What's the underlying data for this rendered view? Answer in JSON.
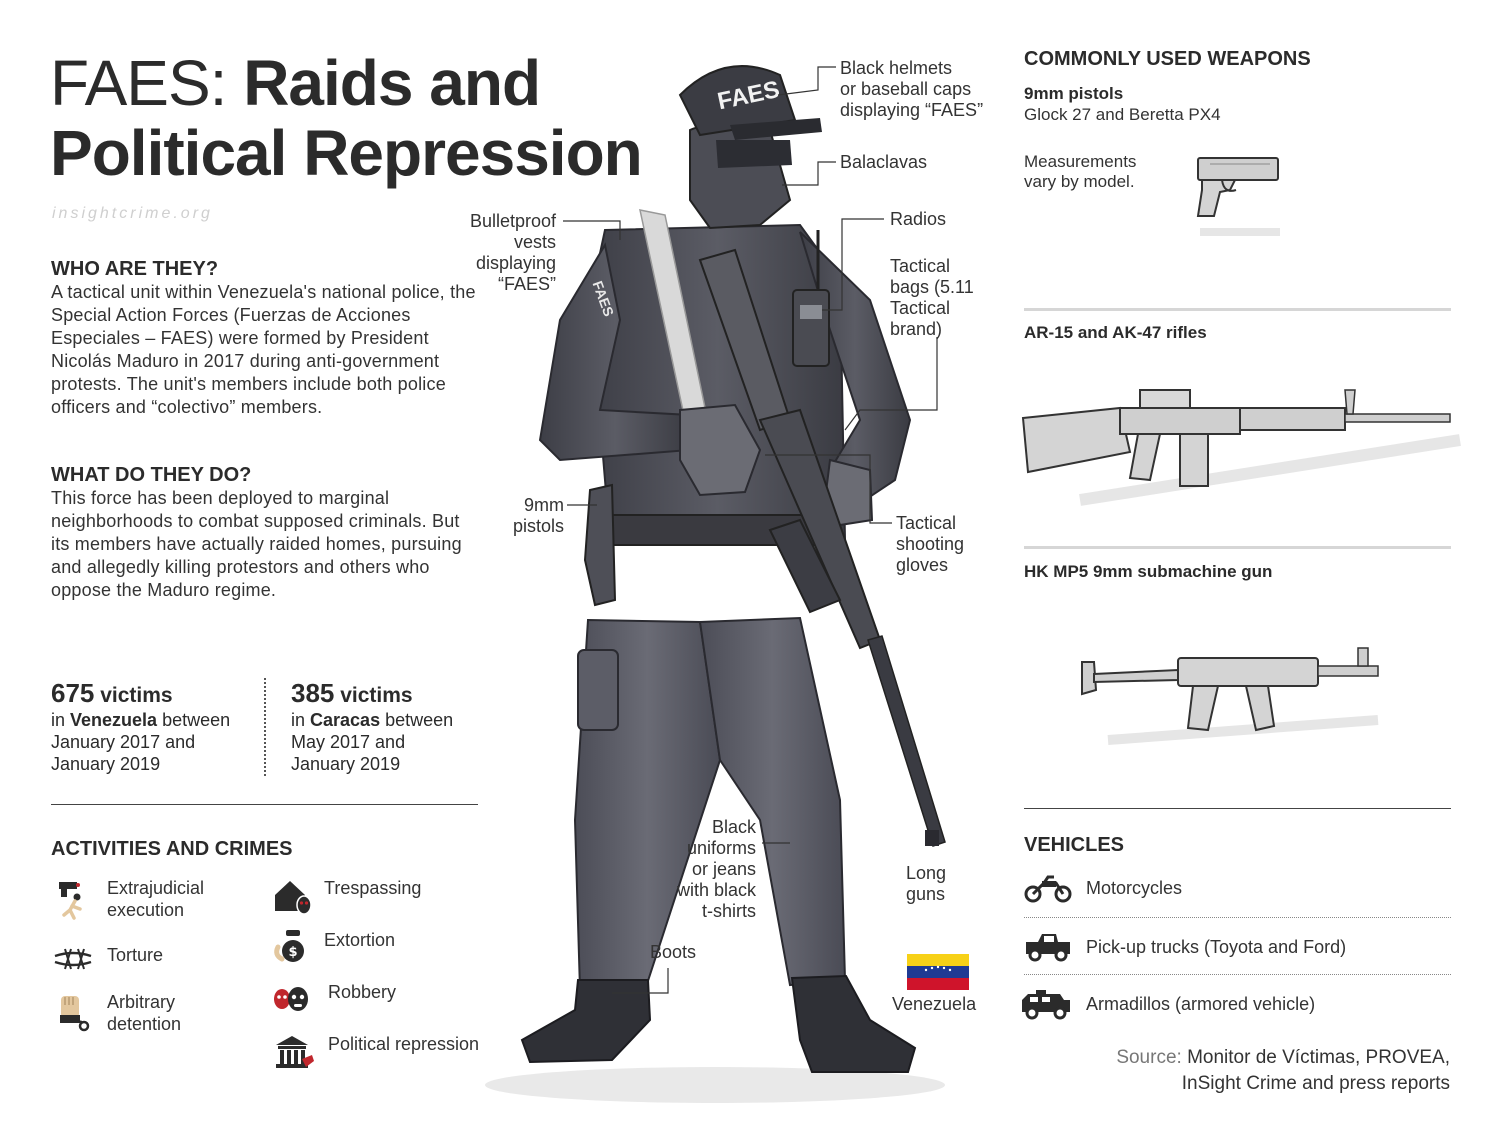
{
  "header": {
    "title_light": "FAES: ",
    "title_bold_1": "Raids and",
    "title_bold_2": "Political Repression",
    "site": "insightcrime.org"
  },
  "who": {
    "heading": "WHO ARE THEY?",
    "text": "A tactical unit within Venezuela's national police, the Special Action Forces (Fuerzas de Acciones Especiales – FAES) were formed by President Nicolás Maduro in 2017 during anti-government protests. The unit's members include both police officers and “colectivo” members."
  },
  "what": {
    "heading": "WHAT DO THEY DO?",
    "text": "This force has been deployed to marginal neighborhoods to combat supposed criminals. But its members have actually raided homes, pursuing and allegedly killing protestors and others who oppose the Maduro regime."
  },
  "stats": [
    {
      "number": "675",
      "unit": " victims",
      "pre": "in ",
      "place": "Venezuela",
      "post": " between",
      "line2": "January 2017 and",
      "line3": "January 2019"
    },
    {
      "number": "385",
      "unit": " victims",
      "pre": "in ",
      "place": "Caracas",
      "post": " between",
      "line2": "May 2017 and",
      "line3": "January 2019"
    }
  ],
  "activities": {
    "heading": "ACTIVITIES AND CRIMES",
    "left": [
      {
        "label1": "Extrajudicial",
        "label2": "execution",
        "icon": "gun-victim-icon"
      },
      {
        "label1": "Torture",
        "label2": "",
        "icon": "barbed-wire-icon"
      },
      {
        "label1": "Arbitrary",
        "label2": "detention",
        "icon": "fist-cuff-icon"
      }
    ],
    "right": [
      {
        "label": "Trespassing",
        "icon": "house-masked-icon"
      },
      {
        "label": "Extortion",
        "icon": "money-bag-icon"
      },
      {
        "label": "Robbery",
        "icon": "masked-robbers-icon"
      },
      {
        "label": "Political repression",
        "icon": "government-building-icon"
      }
    ]
  },
  "soldier_labels": {
    "helmet": [
      "Black helmets",
      "or baseball caps",
      "displaying “FAES”"
    ],
    "balaclava": [
      "Balaclavas"
    ],
    "radios": [
      "Radios"
    ],
    "bags": [
      "Tactical",
      "bags (5.11",
      "Tactical",
      "brand)"
    ],
    "vests": [
      "Bulletproof",
      "vests",
      "displaying",
      "“FAES”"
    ],
    "pistols": [
      "9mm",
      "pistols"
    ],
    "gloves": [
      "Tactical",
      "shooting",
      "gloves"
    ],
    "uniforms": [
      "Black",
      "uniforms",
      "or jeans",
      "with black",
      "t-shirts"
    ],
    "long_guns": [
      "Long",
      "guns"
    ],
    "boots": [
      "Boots"
    ],
    "flag_label": "Venezuela",
    "cap_text": "FAES",
    "vest_text": "FAES"
  },
  "weapons": {
    "heading": "COMMONLY USED WEAPONS",
    "pistol_title": "9mm pistols",
    "pistol_sub": "Glock 27 and Beretta PX4",
    "pistol_note_1": "Measurements",
    "pistol_note_2": "vary by model.",
    "rifle_title": "AR-15 and AK-47 rifles",
    "smg_title": "HK MP5 9mm submachine gun"
  },
  "vehicles": {
    "heading": "VEHICLES",
    "items": [
      {
        "label": "Motorcycles",
        "icon": "motorcycle-icon"
      },
      {
        "label": "Pick-up trucks (Toyota and Ford)",
        "icon": "pickup-truck-icon"
      },
      {
        "label": "Armadillos (armored vehicle)",
        "icon": "armored-vehicle-icon"
      }
    ]
  },
  "source": {
    "prefix": "Source: ",
    "line1": "Monitor de Víctimas, PROVEA,",
    "line2": "InSight Crime and press reports"
  },
  "colors": {
    "text": "#2b2b2b",
    "accent_red": "#c0272d",
    "flag_yellow": "#f7d117",
    "flag_blue": "#1f3a93",
    "flag_red": "#cf142b",
    "uniform_dark": "#3a3b42",
    "uniform_mid": "#55565e"
  }
}
